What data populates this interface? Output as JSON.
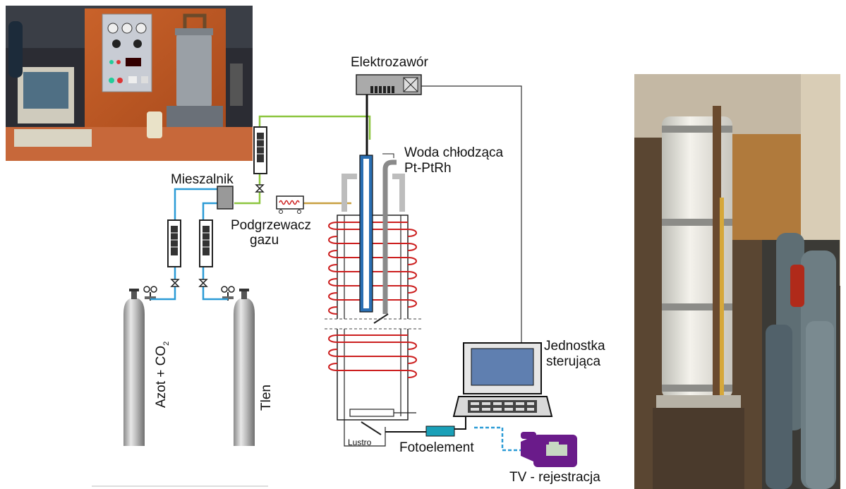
{
  "labels": {
    "elektrozawor": "Elektrozawór",
    "woda": "Woda chłodząca",
    "ptptrh": "Pt-PtRh",
    "mieszalnik": "Mieszalnik",
    "podgrzewacz_1": "Podgrzewacz",
    "podgrzewacz_2": "gazu",
    "jednostka_1": "Jednostka",
    "jednostka_2": "sterująca",
    "lustro": "Lustro",
    "fotoelement": "Fotoelement",
    "tv": "TV - rejestracja",
    "azot_main": "Azot + CO",
    "azot_sub": "2",
    "tlen": "Tlen"
  },
  "colors": {
    "gas_mix_line": "#2b9bd6",
    "oxygen_line": "#8cc63f",
    "heated_line": "#c8a040",
    "coil": "#cc1f1f",
    "signal_line": "#333333",
    "video_line": "#2b9bd6",
    "photocell": "#1aa0b8",
    "camera": "#6a1b8a"
  },
  "photos": {
    "left": "lab-bench-photo",
    "right": "furnace-column-photo"
  }
}
